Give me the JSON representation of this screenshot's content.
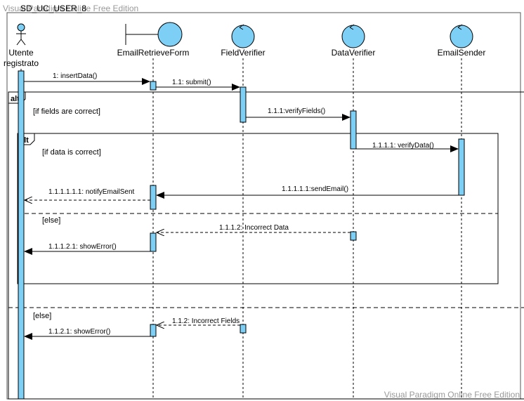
{
  "diagram": {
    "title": "SD_UC_USER_8",
    "watermark_top": "Visual Paradigm Online Free Edition",
    "watermark_bottom": "Visual Paradigm Online Free Edition",
    "colors": {
      "fill": "#7DCFF5",
      "stroke": "#000000",
      "watermark": "#999999",
      "fragment_line": "#555555"
    },
    "participants": [
      {
        "id": "utente",
        "type": "actor",
        "label_line1": "Utente",
        "label_line2": "registrato"
      },
      {
        "id": "emailretrieveform",
        "type": "boundary",
        "label": "EmailRetrieveForm"
      },
      {
        "id": "fieldverifier",
        "type": "control",
        "label": "FieldVerifier"
      },
      {
        "id": "dataverifier",
        "type": "control",
        "label": "DataVerifier"
      },
      {
        "id": "emailsender",
        "type": "control",
        "label": "EmailSender"
      }
    ],
    "fragments": [
      {
        "id": "outer",
        "operator": "alt",
        "guard_1": "[if fields are correct]",
        "guard_2": "[else]"
      },
      {
        "id": "inner",
        "operator": "alt",
        "guard_1": "[if data is correct]",
        "guard_2": "[else]"
      }
    ],
    "messages": [
      {
        "id": "m1",
        "label": "1: insertData()",
        "kind": "sync"
      },
      {
        "id": "m2",
        "label": "1.1: submit()",
        "kind": "sync"
      },
      {
        "id": "m3",
        "label": "1.1.1:verifyFields()",
        "kind": "sync"
      },
      {
        "id": "m4",
        "label": "1.1.1.1: verifyData()",
        "kind": "sync"
      },
      {
        "id": "m5",
        "label": "1.1.1.1.1:sendEmail()",
        "kind": "sync"
      },
      {
        "id": "m6",
        "label": "1.1.1.1.1.1: notifyEmailSent",
        "kind": "reply"
      },
      {
        "id": "m7",
        "label": "1.1.1.2: Incorrect Data",
        "kind": "reply"
      },
      {
        "id": "m8",
        "label": "1.1.1.2.1: showError()",
        "kind": "sync"
      },
      {
        "id": "m9",
        "label": "1.1.2: Incorrect Fields",
        "kind": "reply"
      },
      {
        "id": "m10",
        "label": "1.1.2.1: showError()",
        "kind": "sync"
      }
    ]
  }
}
